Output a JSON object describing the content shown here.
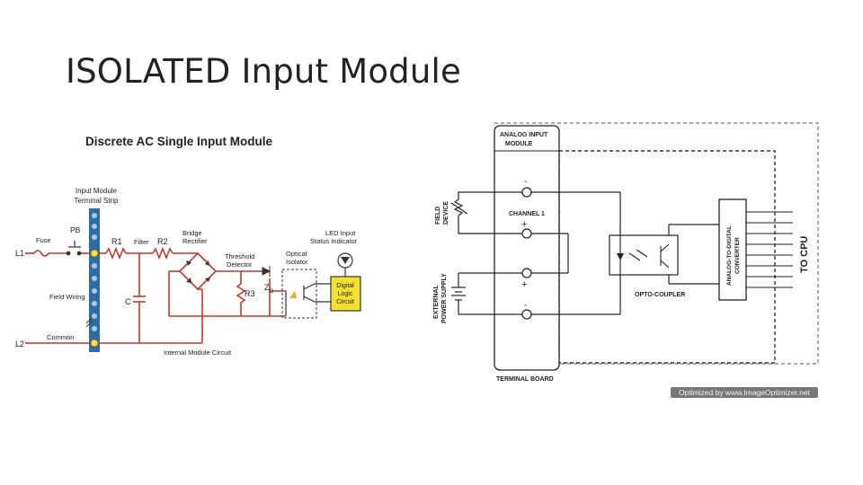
{
  "slide": {
    "title": "ISOLATED  Input Module"
  },
  "left_diagram": {
    "title": "Discrete AC  Single Input Module",
    "terminal_strip": [
      "Input Module",
      "Terminal Strip"
    ],
    "l1": "L1",
    "l2": "L2",
    "fuse": "Fuse",
    "pb": "PB",
    "field_wiring": "Field Wiring",
    "common": "Common",
    "r1": "R1",
    "r2": "R2",
    "filter": "Filter",
    "c": "C",
    "bridge": [
      "Bridge",
      "Rectifier"
    ],
    "threshold": [
      "Threshold",
      "Detector"
    ],
    "r3": "R3",
    "zd": "Z",
    "zd_sub": "D",
    "optical": [
      "Optical",
      "Isolator"
    ],
    "led": [
      "LED Input",
      "Status Indicator"
    ],
    "logic": [
      "Digital",
      "Logic",
      "Circuit"
    ],
    "internal": "Internal Module Circuit"
  },
  "right_diagram": {
    "analog_input": [
      "ANALOG INPUT",
      "MODULE"
    ],
    "field_device": [
      "FIELD",
      "DEVICE"
    ],
    "channel": "CHANNEL 1",
    "supply": [
      "EXTERNAL",
      "POWER SUPPLY"
    ],
    "opto": "OPTO-COUPLER",
    "adc": [
      "ANALOG-TO-DIGITAL",
      "CONVERTER"
    ],
    "to_cpu": "TO CPU",
    "terminal_board": "TERMINAL BOARD",
    "minus": "-",
    "plus": "+"
  },
  "credit": "Optimized by www.ImageOptimizer.net"
}
